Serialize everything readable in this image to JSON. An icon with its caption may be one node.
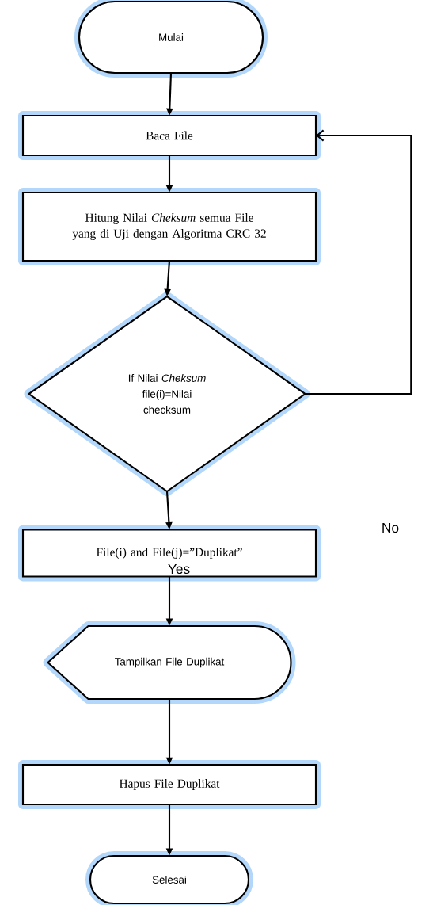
{
  "diagram": {
    "nodes": [
      {
        "text": [
          "Mulai"
        ]
      },
      {
        "text": [
          "Baca File"
        ]
      },
      {
        "text": [
          "Hitung Nilai *Cheksum* semua File yang di Uji dengan Algoritma CRC 32"
        ]
      },
      {
        "text": [
          "If Nilai *Cheksum* file(i)=Nilai checksum"
        ]
      },
      {
        "text": [
          "File(i) and File(j)=”Duplikat”"
        ]
      },
      {
        "text": [
          "Tampilkan File Duplikat"
        ]
      },
      {
        "text": [
          "Hapus File Duplikat"
        ]
      },
      {
        "text": [
          "Selesai"
        ]
      }
    ],
    "edges": [
      {
        "from": 0,
        "to": 1,
        "arrow": "to"
      },
      {
        "from": 1,
        "to": 2,
        "arrow": "to"
      },
      {
        "from": 2,
        "to": 3,
        "arrow": "to"
      },
      {
        "from": 3,
        "to": 1,
        "arrow": "to"
      },
      {
        "from": 3,
        "to": 4,
        "arrow": "to"
      },
      {
        "from": 4,
        "to": 5,
        "arrow": "to"
      },
      {
        "from": 5,
        "to": 6,
        "arrow": "to"
      },
      {
        "from": 6,
        "to": 7,
        "arrow": "to"
      }
    ],
    "labels": [
      "No",
      "Yes"
    ]
  }
}
